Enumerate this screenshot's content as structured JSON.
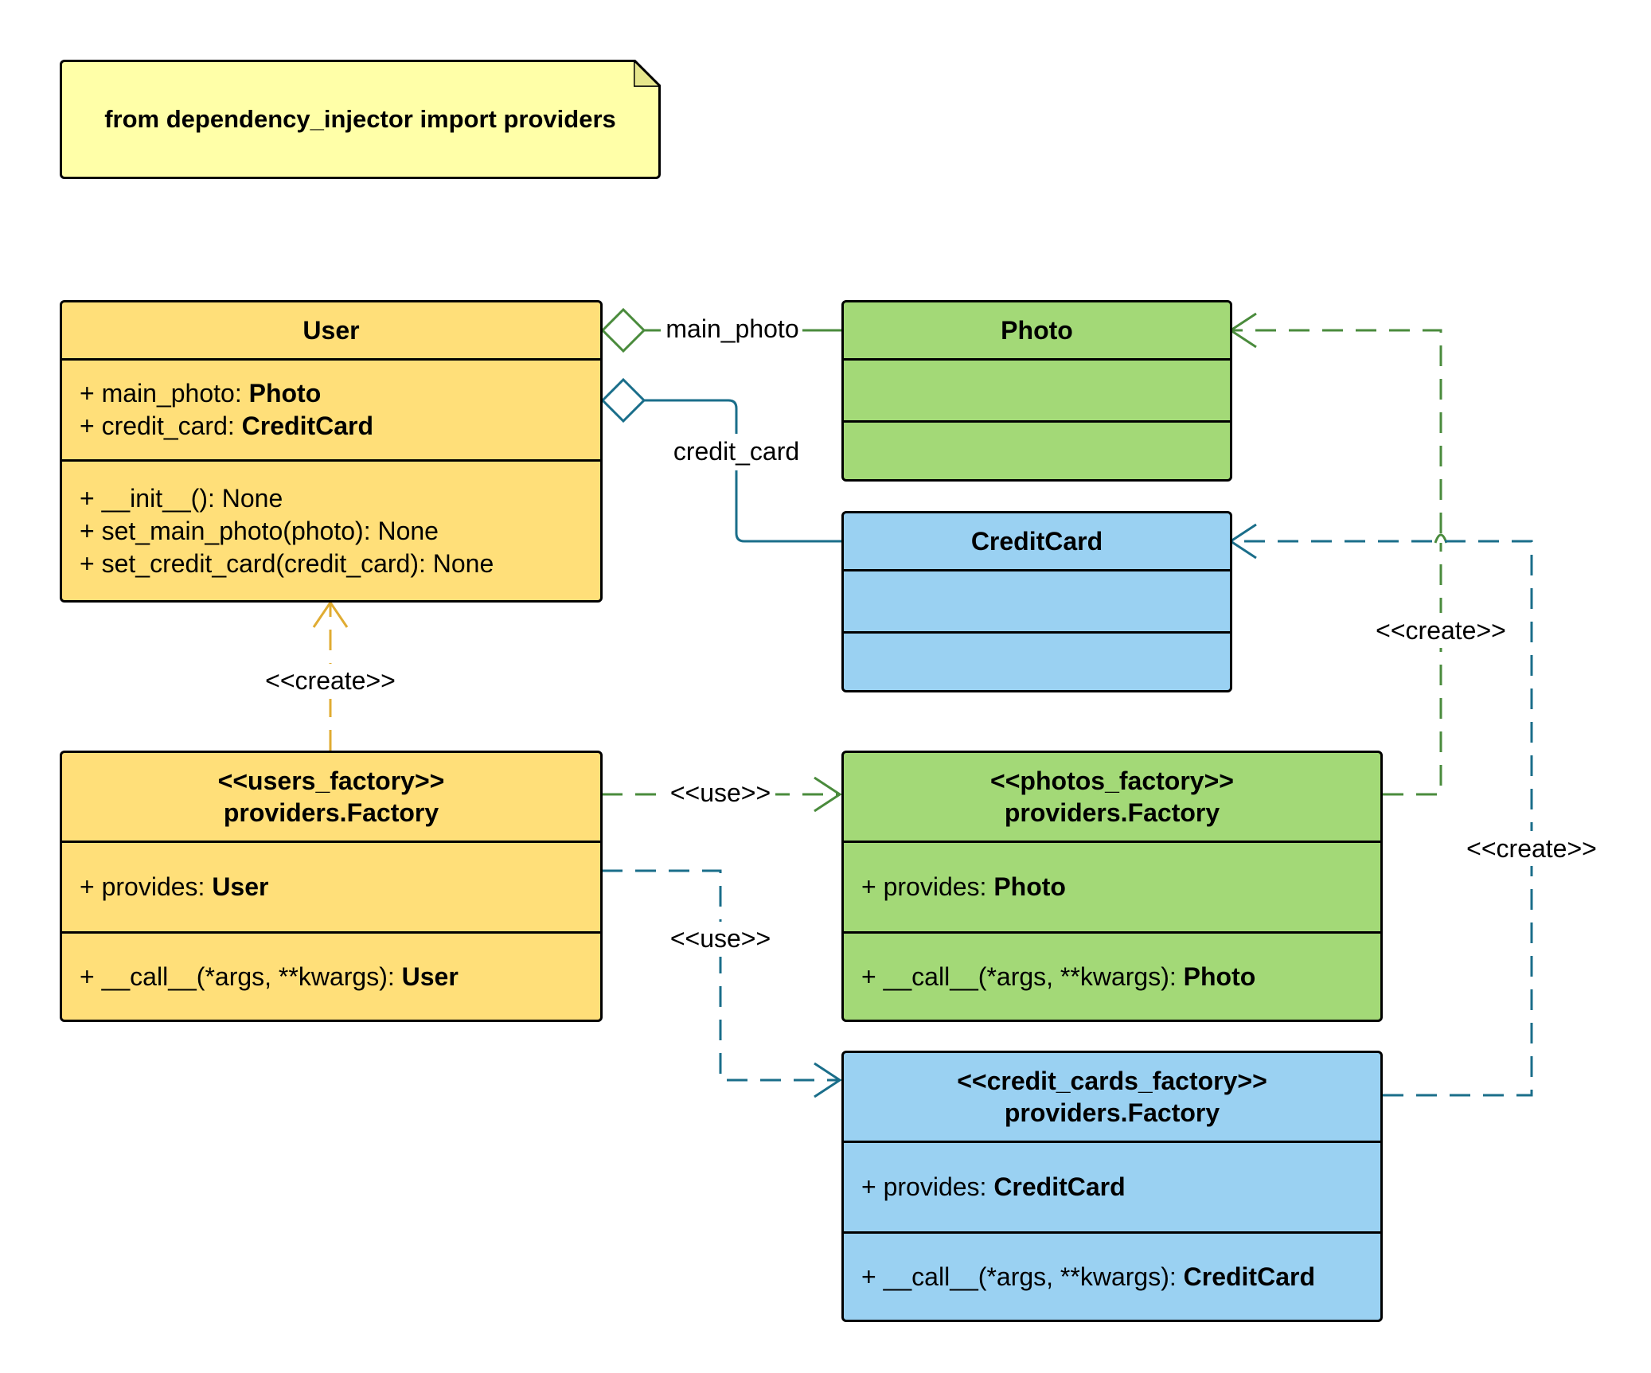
{
  "note": {
    "text": "from dependency_injector import providers"
  },
  "classes": {
    "user": {
      "name": "User",
      "attributes": [
        {
          "prefix": "+ main_photo: ",
          "type": "Photo"
        },
        {
          "prefix": "+ credit_card: ",
          "type": "CreditCard"
        }
      ],
      "methods": [
        "+ __init__(): None",
        "+ set_main_photo(photo): None",
        "+ set_credit_card(credit_card): None"
      ]
    },
    "photo": {
      "name": "Photo"
    },
    "credit_card": {
      "name": "CreditCard"
    },
    "users_factory": {
      "stereotype": "<<users_factory>>",
      "name": "providers.Factory",
      "attr_prefix": "+ provides: ",
      "attr_type": "User",
      "method_prefix": "+ __call__(*args, **kwargs): ",
      "method_type": "User"
    },
    "photos_factory": {
      "stereotype": "<<photos_factory>>",
      "name": "providers.Factory",
      "attr_prefix": "+ provides: ",
      "attr_type": "Photo",
      "method_prefix": "+ __call__(*args, **kwargs): ",
      "method_type": "Photo"
    },
    "credit_cards_factory": {
      "stereotype": "<<credit_cards_factory>>",
      "name": "providers.Factory",
      "attr_prefix": "+ provides: ",
      "attr_type": "CreditCard",
      "method_prefix": "+ __call__(*args, **kwargs): ",
      "method_type": "CreditCard"
    }
  },
  "edges": {
    "main_photo": "main_photo",
    "credit_card": "credit_card",
    "create_user": "<<create>>",
    "create_photo": "<<create>>",
    "create_credit_card": "<<create>>",
    "use_photos": "<<use>>",
    "use_credit_cards": "<<use>>"
  },
  "colors": {
    "yellow_fill": "#ffdf79",
    "green_fill": "#a3d977",
    "blue_fill": "#9ad1f2",
    "note_fill": "#ffffa8",
    "green_line": "#4a8b3c",
    "blue_line": "#1a6e8a",
    "yellow_line": "#e0ac32"
  }
}
